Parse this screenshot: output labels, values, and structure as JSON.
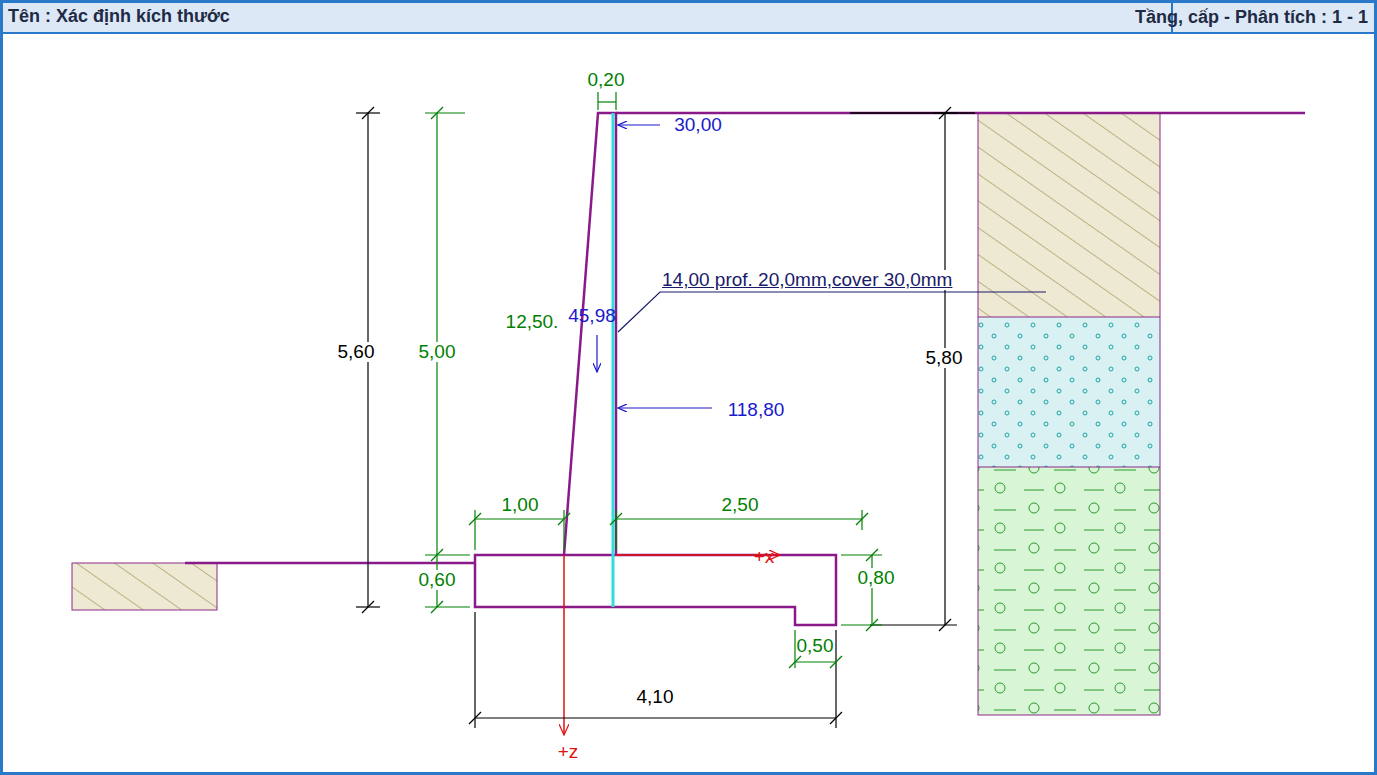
{
  "diagram": {
    "title": "Tên : Xác định kích thước",
    "labels": [
      "Tầng, cấp - Phân tích : 1 - 1",
      "0,20",
      "30,00",
      "5,60",
      "5,00",
      "14,00 prof. 20,0mm,cover 30,0mm",
      "12,50.",
      "45,98",
      "118,80",
      "5,80",
      "1,00",
      "2,50",
      "0,60",
      "+x",
      "0,80",
      "0,50",
      "4,10",
      "+z"
    ]
  }
}
